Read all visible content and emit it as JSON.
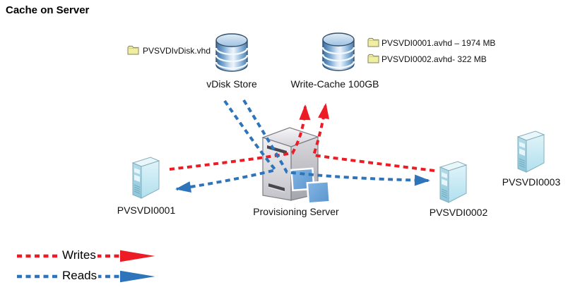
{
  "title": "Cache on Server",
  "colors": {
    "writes": "#ed1b23",
    "reads": "#2d74ba"
  },
  "files": {
    "vdisk_file": {
      "label": "PVSVDIvDisk.vhd"
    },
    "cache_file_1": {
      "label": "PVSVDI0001.avhd – 1974 MB"
    },
    "cache_file_2": {
      "label": "PVSVDI0002.avhd- 322 MB"
    }
  },
  "stores": {
    "vdisk_store": {
      "label": "vDisk Store"
    },
    "write_cache": {
      "label": "Write-Cache 100GB"
    }
  },
  "servers": {
    "provisioning": {
      "label": "Provisioning Server"
    },
    "client_1": {
      "label": "PVSVDI0001"
    },
    "client_2": {
      "label": "PVSVDI0002"
    },
    "client_3": {
      "label": "PVSVDI0003"
    }
  },
  "legend": {
    "writes": "Writes",
    "reads": "Reads"
  }
}
